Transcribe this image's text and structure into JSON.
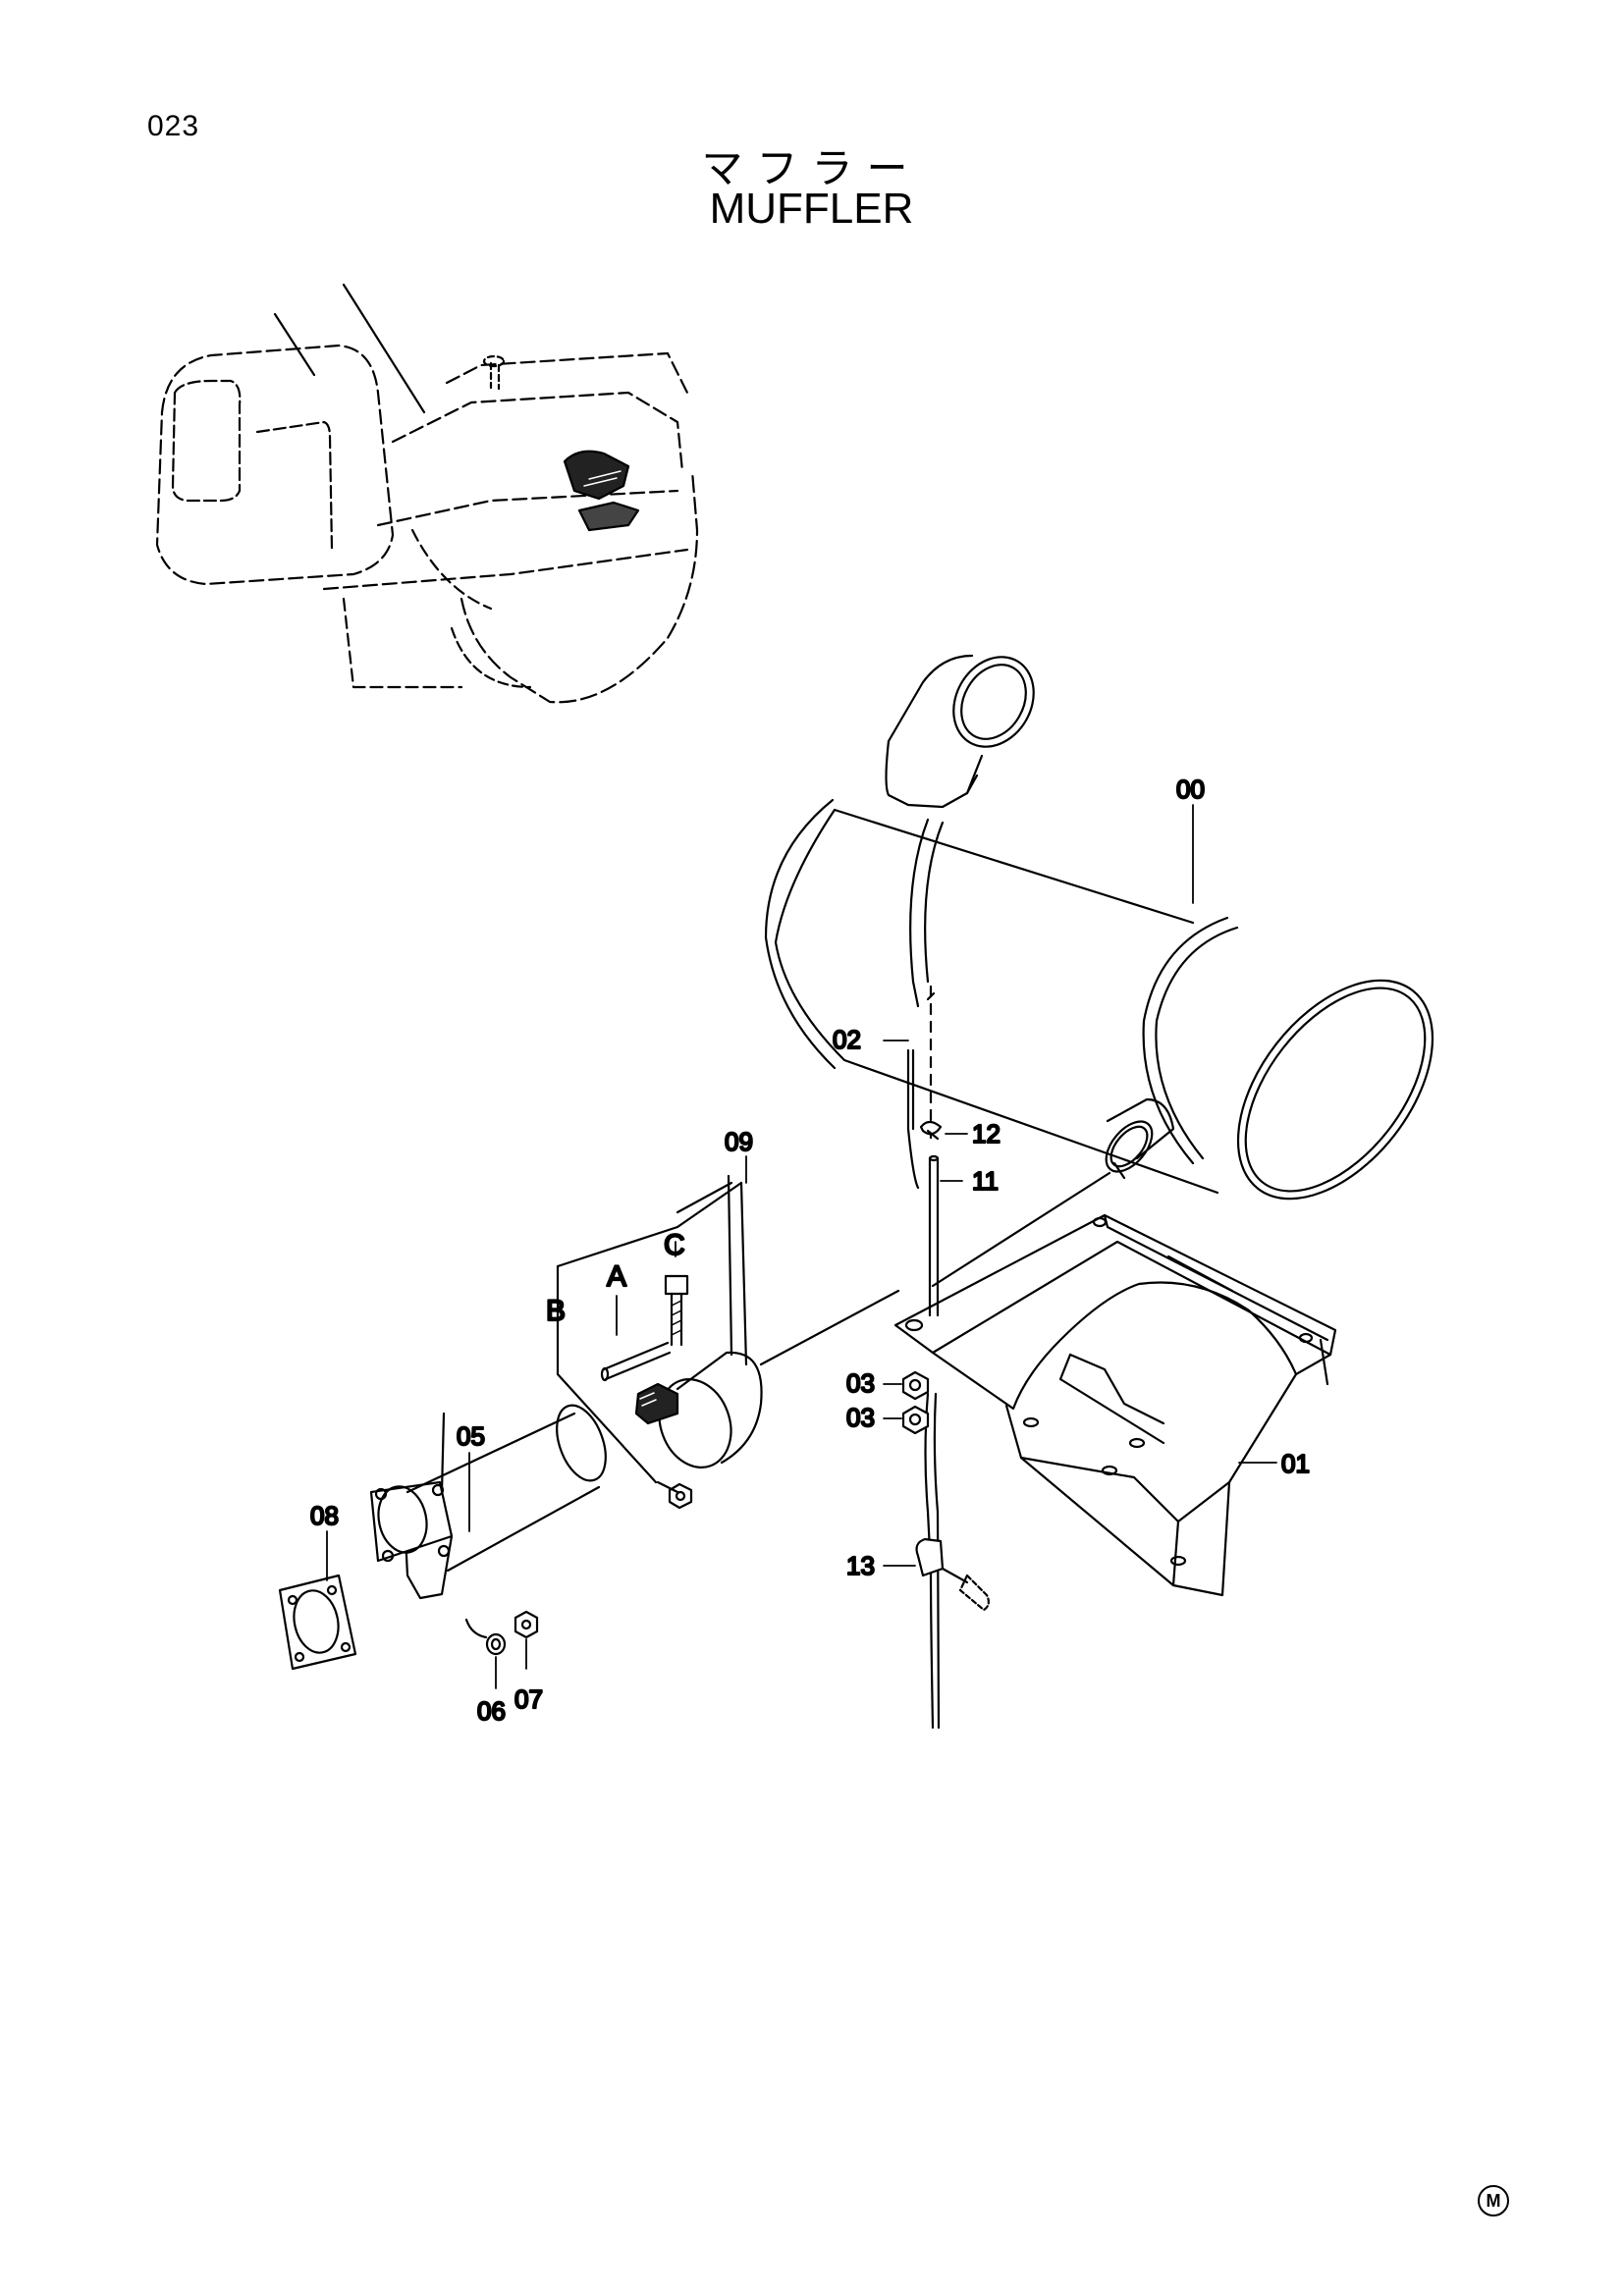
{
  "page": {
    "number": "023",
    "title_jp": "マフラー",
    "title_en": "MUFFLER",
    "mark": "M"
  },
  "callouts": {
    "p00": "00",
    "p01": "01",
    "p02": "02",
    "p03a": "03",
    "p03b": "03",
    "p05": "05",
    "p06": "06",
    "p07": "07",
    "p08": "08",
    "p09": "09",
    "p11": "11",
    "p12": "12",
    "p13": "13"
  },
  "kit_letters": {
    "a": "A",
    "b": "B",
    "c": "C"
  }
}
